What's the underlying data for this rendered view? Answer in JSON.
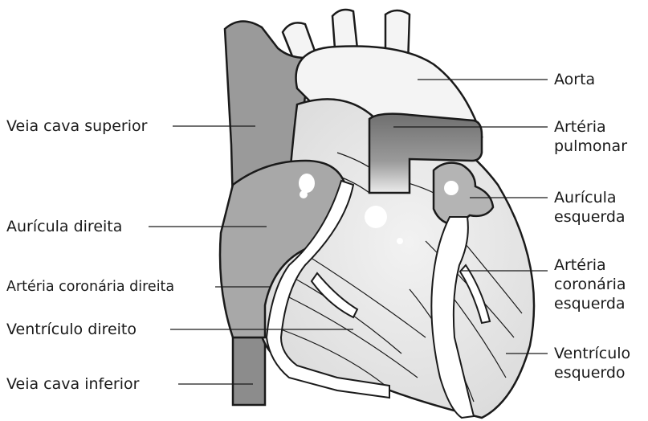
{
  "labels": {
    "aorta": "Aorta",
    "arteria_pulmonar": [
      "Artéria",
      "pulmonar"
    ],
    "auricula_esquerda": [
      "Aurícula",
      "esquerda"
    ],
    "arteria_coronaria_esquerda": [
      "Artéria",
      "coronária",
      "esquerda"
    ],
    "ventriculo_esquerdo": [
      "Ventrículo",
      "esquerdo"
    ],
    "veia_cava_superior": "Veia cava superior",
    "auricula_direita": "Aurícula direita",
    "arteria_coronaria_direita": "Artéria coronária direita",
    "ventriculo_direito": "Ventrículo direito",
    "veia_cava_inferior": "Veia cava inferior"
  },
  "colors": {
    "outline": "#1a1a1a",
    "vein_gray": "#9a9a9a",
    "heart_light": "#ececec",
    "aorta_white": "#f4f4f4",
    "artery_dark": "#7a7a7a",
    "auricle_gray": "#b4b4b4",
    "coronary_white": "#ffffff"
  }
}
